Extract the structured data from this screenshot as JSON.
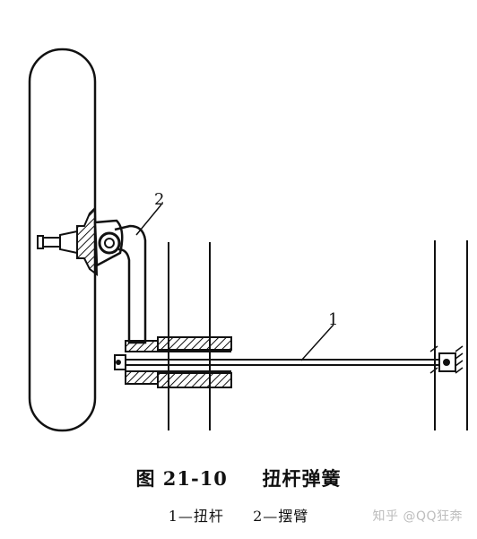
{
  "figure": {
    "caption_number": "图 21-10",
    "caption_title": "扭杆弹簧",
    "callouts": {
      "torsion_bar": "1",
      "swing_arm": "2"
    },
    "legend": {
      "item1": "1—扭杆",
      "item2": "2—摆臂"
    }
  },
  "watermark": "知乎 @QQ狂奔"
}
